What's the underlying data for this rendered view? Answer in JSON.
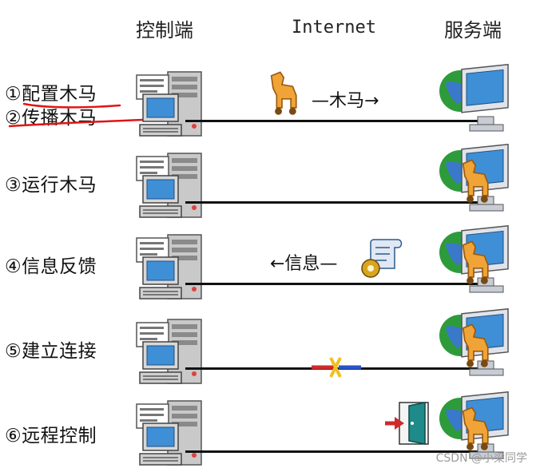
{
  "headers": {
    "controller": "控制端",
    "internet": "Internet",
    "server": "服务端"
  },
  "steps": [
    {
      "label": "①配置木马"
    },
    {
      "label": "②传播木马"
    },
    {
      "label": "③运行木马"
    },
    {
      "label": "④信息反馈"
    },
    {
      "label": "⑤建立连接"
    },
    {
      "label": "⑥远程控制"
    }
  ],
  "arrows": {
    "trojan": "—木马→",
    "info": "←信息—"
  },
  "watermark": "CSDN @小梁同学",
  "colors": {
    "wire": "#111111",
    "annotation_red": "#e01515",
    "trojan_orange": "#f0a437",
    "screen_blue": "#3f8fd6",
    "globe_green": "#2e9b3b"
  }
}
